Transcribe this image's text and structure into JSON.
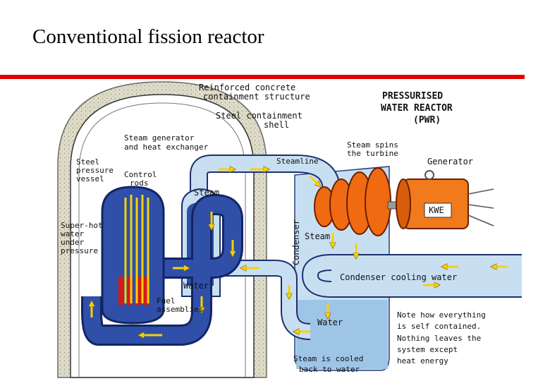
{
  "slide": {
    "title": "Conventional fission reactor"
  },
  "colors": {
    "rule": "#e00000",
    "concrete": "#d9d7c8",
    "steel_shell": "#ffffff",
    "reactor_blue": "#2f4fa8",
    "dark_blue": "#1b2f7a",
    "light_water": "#bcd7ef",
    "turbine_orange": "#f06a12",
    "generator_orange": "#f07a1c",
    "flow_arrow": "#f3d20a",
    "fuel_red": "#d61a1a"
  },
  "diagram": {
    "heading": [
      "PRESSURISED",
      "WATER REACTOR",
      "(PWR)"
    ],
    "labels": {
      "containment": [
        "Reinforced concrete",
        "containment structure"
      ],
      "steel_shell": [
        "Steel containment",
        "shell"
      ],
      "steam_generator": [
        "Steam generator",
        "and heat exchanger"
      ],
      "steam_spins": [
        "Steam spins",
        "the turbine"
      ],
      "generator": "Generator",
      "steel_vessel": [
        "Steel",
        "pressure",
        "vessel"
      ],
      "control_rods": [
        "Control",
        "rods"
      ],
      "steamline": "Steamline",
      "steam_top": "Steam",
      "condenser": "Condenser",
      "kwe": "KWE",
      "super_hot": [
        "Super-hot",
        "water",
        "under",
        "pressure"
      ],
      "steam_mid": "Steam",
      "condenser_cooling": "Condenser cooling water",
      "water_loop": "Water",
      "fuel": [
        "Fuel",
        "assemblies"
      ],
      "water_bottom": "Water",
      "note": [
        "Note how everything",
        "is self contained.",
        "Nothing leaves the",
        "system except",
        "heat energy"
      ],
      "cooled": [
        "Steam is cooled",
        "back to water"
      ]
    }
  }
}
